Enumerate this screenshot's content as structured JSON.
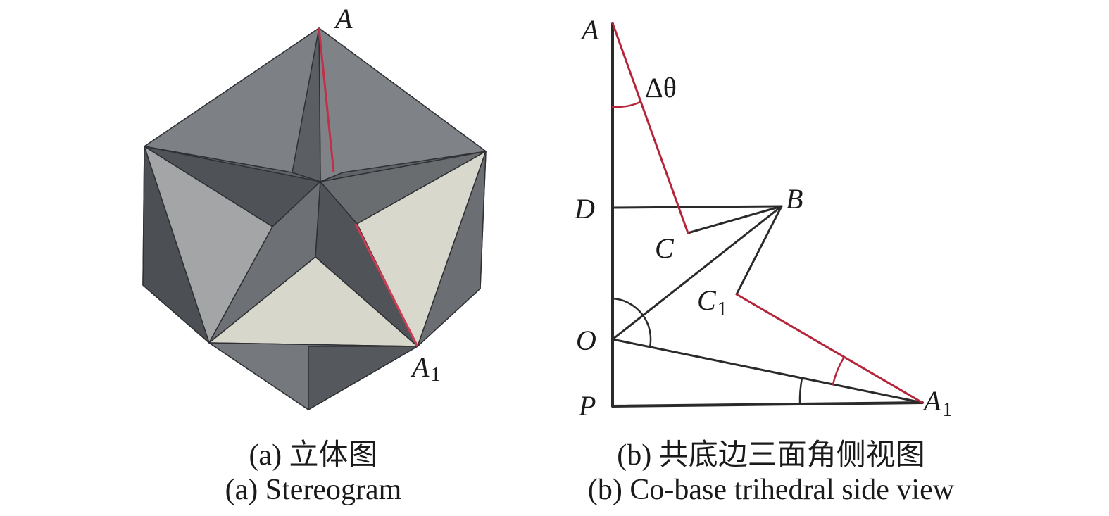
{
  "figure_a": {
    "labels": {
      "A": "A",
      "A1_main": "A",
      "A1_sub": "1"
    },
    "caption_cn": "(a) 立体图",
    "caption_en": "(a) Stereogram"
  },
  "figure_b": {
    "labels": {
      "A": "A",
      "D": "D",
      "B": "B",
      "C": "C",
      "C1_main": "C",
      "C1_sub": "1",
      "O": "O",
      "P": "P",
      "A1_main": "A",
      "A1_sub": "1",
      "delta_theta": "Δθ"
    },
    "caption_cn": "(b) 共底边三面角侧视图",
    "caption_en": "(b) Co-base trihedral side view"
  },
  "colors": {
    "red_edge": "#b5253a",
    "line": "#2a2a2a",
    "face_dark": "#5a5d61",
    "face_mid": "#7c7f83",
    "face_light": "#a3a5a6",
    "face_cream": "#d9d8cc"
  }
}
